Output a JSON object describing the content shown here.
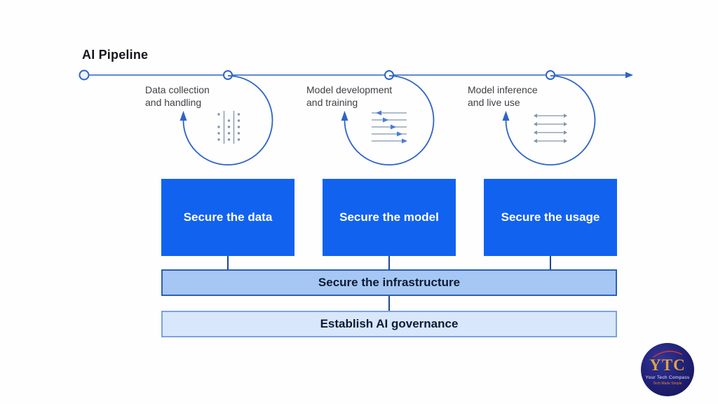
{
  "title": "AI Pipeline",
  "colors": {
    "accent_blue": "#2f63c8",
    "secure_box_blue": "#1262f0",
    "infrastructure_bar_fill": "#a6c7f4",
    "infrastructure_bar_border": "#2e5fb8",
    "governance_bar_fill": "#d8e7fb",
    "governance_bar_border": "#7ba3de",
    "icon_gray": "#8494ad",
    "icon_arrow_blue": "#4a7bd6",
    "text_dark": "#16161d",
    "logo_navy": "#22227a",
    "logo_gold": "#d9a548",
    "logo_orange": "#e0822d",
    "logo_swoosh_red": "#c23b2e"
  },
  "pipeline": {
    "stages": [
      {
        "line1": "Data collection",
        "line2": "and handling",
        "icon": "data-grid-icon"
      },
      {
        "line1": "Model development",
        "line2": "and training",
        "icon": "training-sliders-icon"
      },
      {
        "line1": "Model inference",
        "line2": "and live use",
        "icon": "inference-arrows-icon"
      }
    ]
  },
  "secure_boxes": [
    {
      "label": "Secure the data"
    },
    {
      "label": "Secure the model"
    },
    {
      "label": "Secure the usage"
    }
  ],
  "bars": {
    "infrastructure": "Secure the infrastructure",
    "governance": "Establish AI governance"
  },
  "logo": {
    "initials": "YTC",
    "name": "Your Tech Compass",
    "tagline": "Tech Made Simple"
  }
}
